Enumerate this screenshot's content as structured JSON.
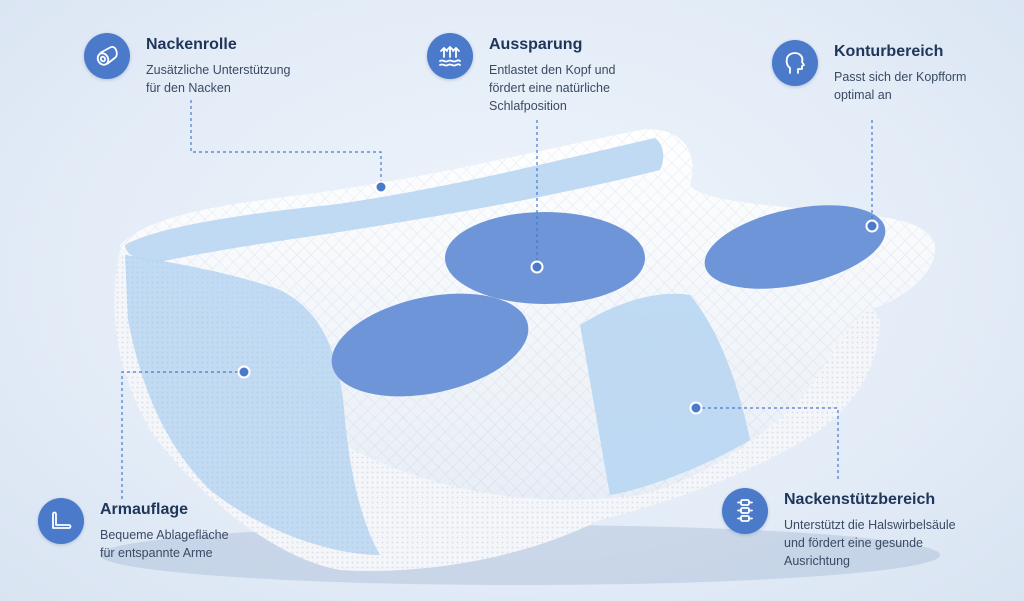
{
  "callouts": {
    "nackenrolle": {
      "title": "Nackenrolle",
      "lines": [
        "Zusätzliche Unterstützung",
        "für den Nacken"
      ],
      "icon": "roll-icon"
    },
    "aussparung": {
      "title": "Aussparung",
      "lines": [
        "Entlastet den Kopf und",
        "fördert eine natürliche",
        "Schlafposition"
      ],
      "icon": "arrows-up-icon"
    },
    "konturbereich": {
      "title": "Konturbereich",
      "lines": [
        "Passt sich der Kopfform",
        "optimal an"
      ],
      "icon": "head-profile-icon"
    },
    "armauflage": {
      "title": "Armauflage",
      "lines": [
        "Bequeme Ablagefläche",
        "für entspannte Arme"
      ],
      "icon": "arm-rest-icon"
    },
    "nackenstuetzbereich": {
      "title": "Nackenstützbereich",
      "lines": [
        "Unterstützt die Halswirbelsäule",
        "und fördert eine gesunde",
        "Ausrichtung"
      ],
      "icon": "spine-icon"
    }
  },
  "colors": {
    "accent": "#4a7ac9",
    "dark_text": "#1f3559",
    "pillow_white": "#f7f9fc",
    "pillow_light_blue": "#b9d6f2",
    "pillow_blue": "#6f95d9"
  }
}
